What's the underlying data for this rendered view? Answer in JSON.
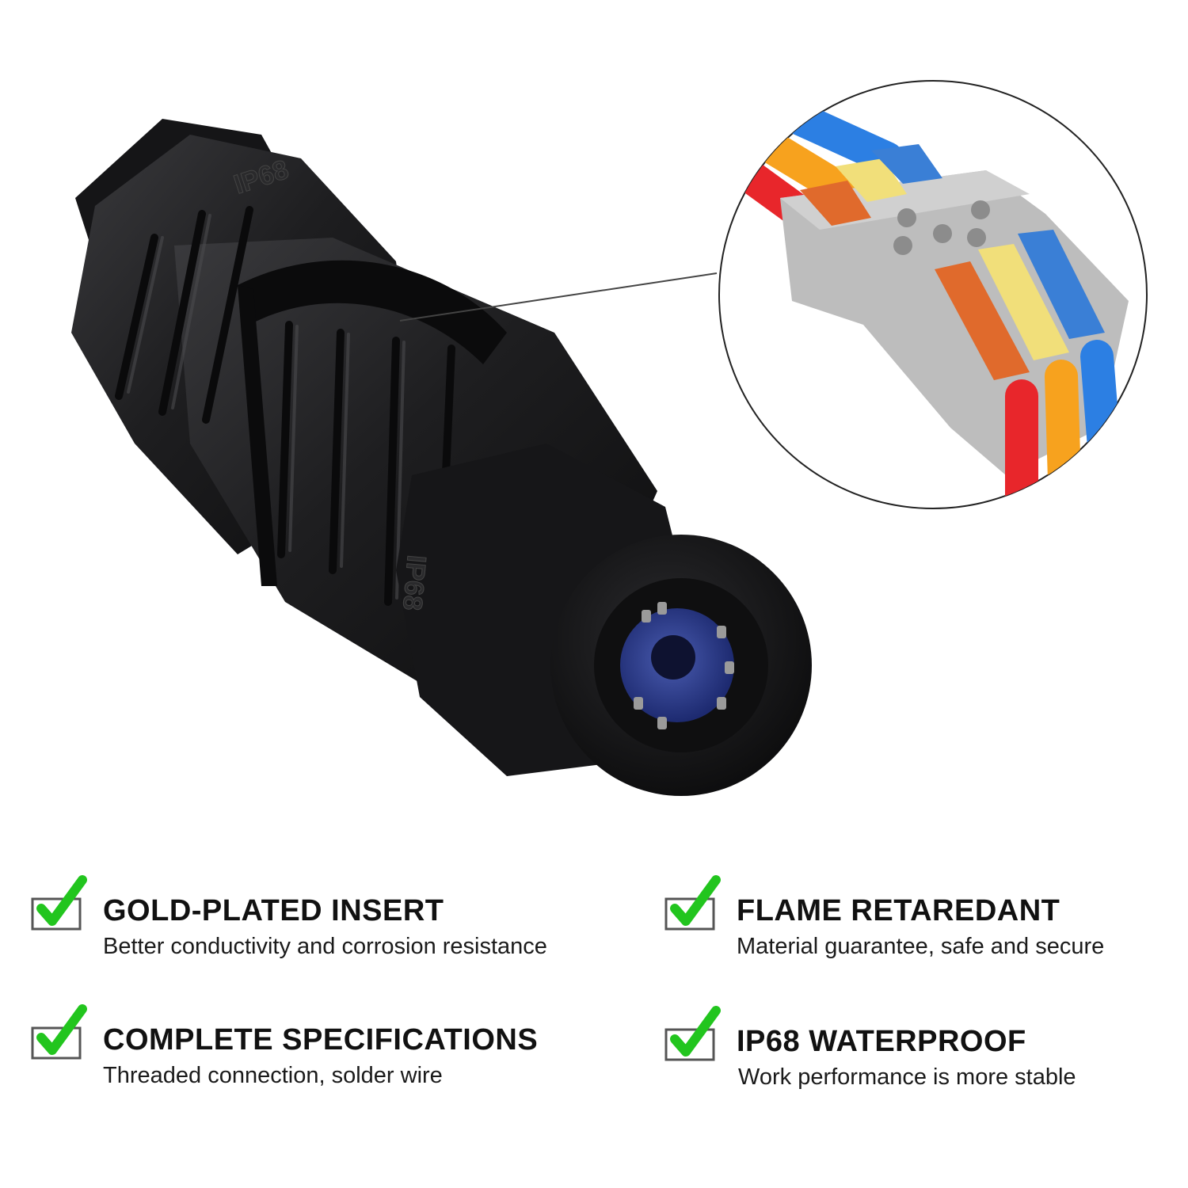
{
  "product": {
    "body_markings": [
      "IP68",
      "IP68"
    ],
    "main_color": "#1b1b1d",
    "seal_color": "#2f3f8f"
  },
  "callout": {
    "lever_colors": [
      "#e06a2c",
      "#f1df7a",
      "#3a7fd6"
    ],
    "wire_colors": [
      "#e8262b",
      "#f7a21e",
      "#2c7fe3"
    ],
    "housing_color": "#bdbdbd"
  },
  "features": [
    {
      "title": "GOLD-PLATED INSERT",
      "desc": "Better conductivity and corrosion resistance",
      "icon": "checkmark-icon"
    },
    {
      "title": "FLAME RETAREDANT",
      "desc": "Material guarantee, safe and secure",
      "icon": "checkmark-icon"
    },
    {
      "title": "COMPLETE SPECIFICATIONS",
      "desc": "Threaded connection, solder wire",
      "icon": "checkmark-icon"
    },
    {
      "title": "IP68 WATERPROOF",
      "desc": "Work performance is more stable",
      "icon": "checkmark-icon"
    }
  ],
  "accent_color": "#22c51e"
}
